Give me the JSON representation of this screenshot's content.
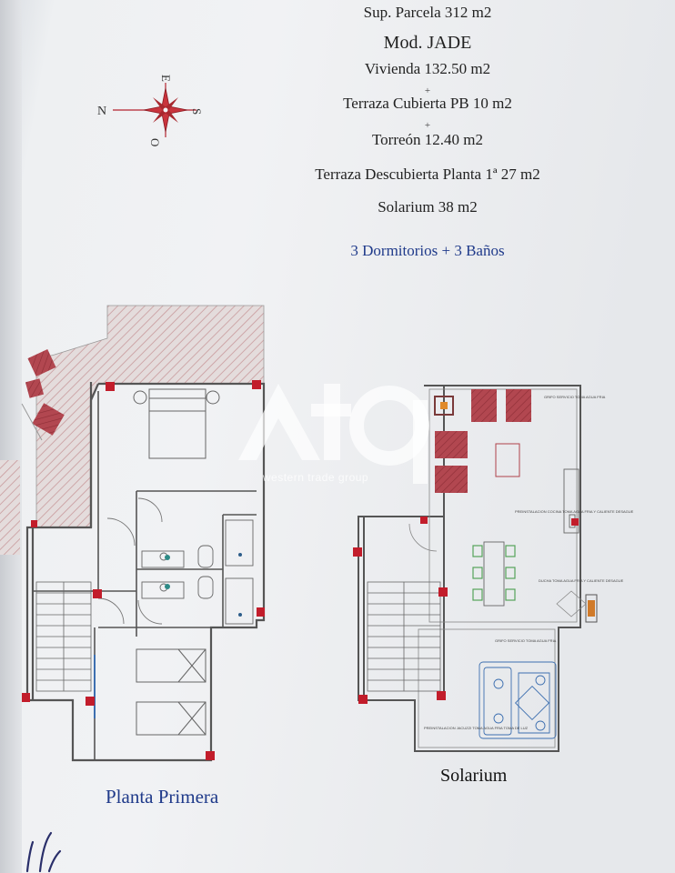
{
  "specs": {
    "parcel": "Sup. Parcela  312 m2",
    "model": "Mod.  JADE",
    "dwelling": "Vivienda 132.50 m2",
    "plus": "+",
    "covered_terrace": "Terraza Cubierta PB 10 m2",
    "tower": "Torreón 12.40 m2",
    "open_terrace": "Terraza Descubierta Planta 1ª  27 m2",
    "solarium": "Solarium  38 m2",
    "rooms": "3 Dormitorios + 3 Baños"
  },
  "compass": {
    "n": "N",
    "e": "E",
    "s": "S",
    "o": "O"
  },
  "captions": {
    "first_floor": "Planta Primera",
    "solarium": "Solarium"
  },
  "annotations": {
    "service_1": "GRIFO SERVICIO TOMA AGUA FRIA",
    "kitchen": "PREINSTALACION COCINA TOMA AGUA FRIA Y CALIENTE DESAGUE",
    "shower": "DUCHA TOMA AGUA FRIA Y CALIENTE DESAGUE",
    "service_2": "GRIFO SERVICIO TOMA AGUA FRIA",
    "jacuzzi": "PREINSTALACION JACUZZI TOMA AGUA FRIA TOMA DE LUZ"
  },
  "watermark": {
    "mark": "wtg",
    "text": "western trade group"
  },
  "colors": {
    "wall": "#555555",
    "column": "#c21d2b",
    "furniture": "#b0414a",
    "green": "#55a35a",
    "blue_text": "#1f3a8a"
  }
}
